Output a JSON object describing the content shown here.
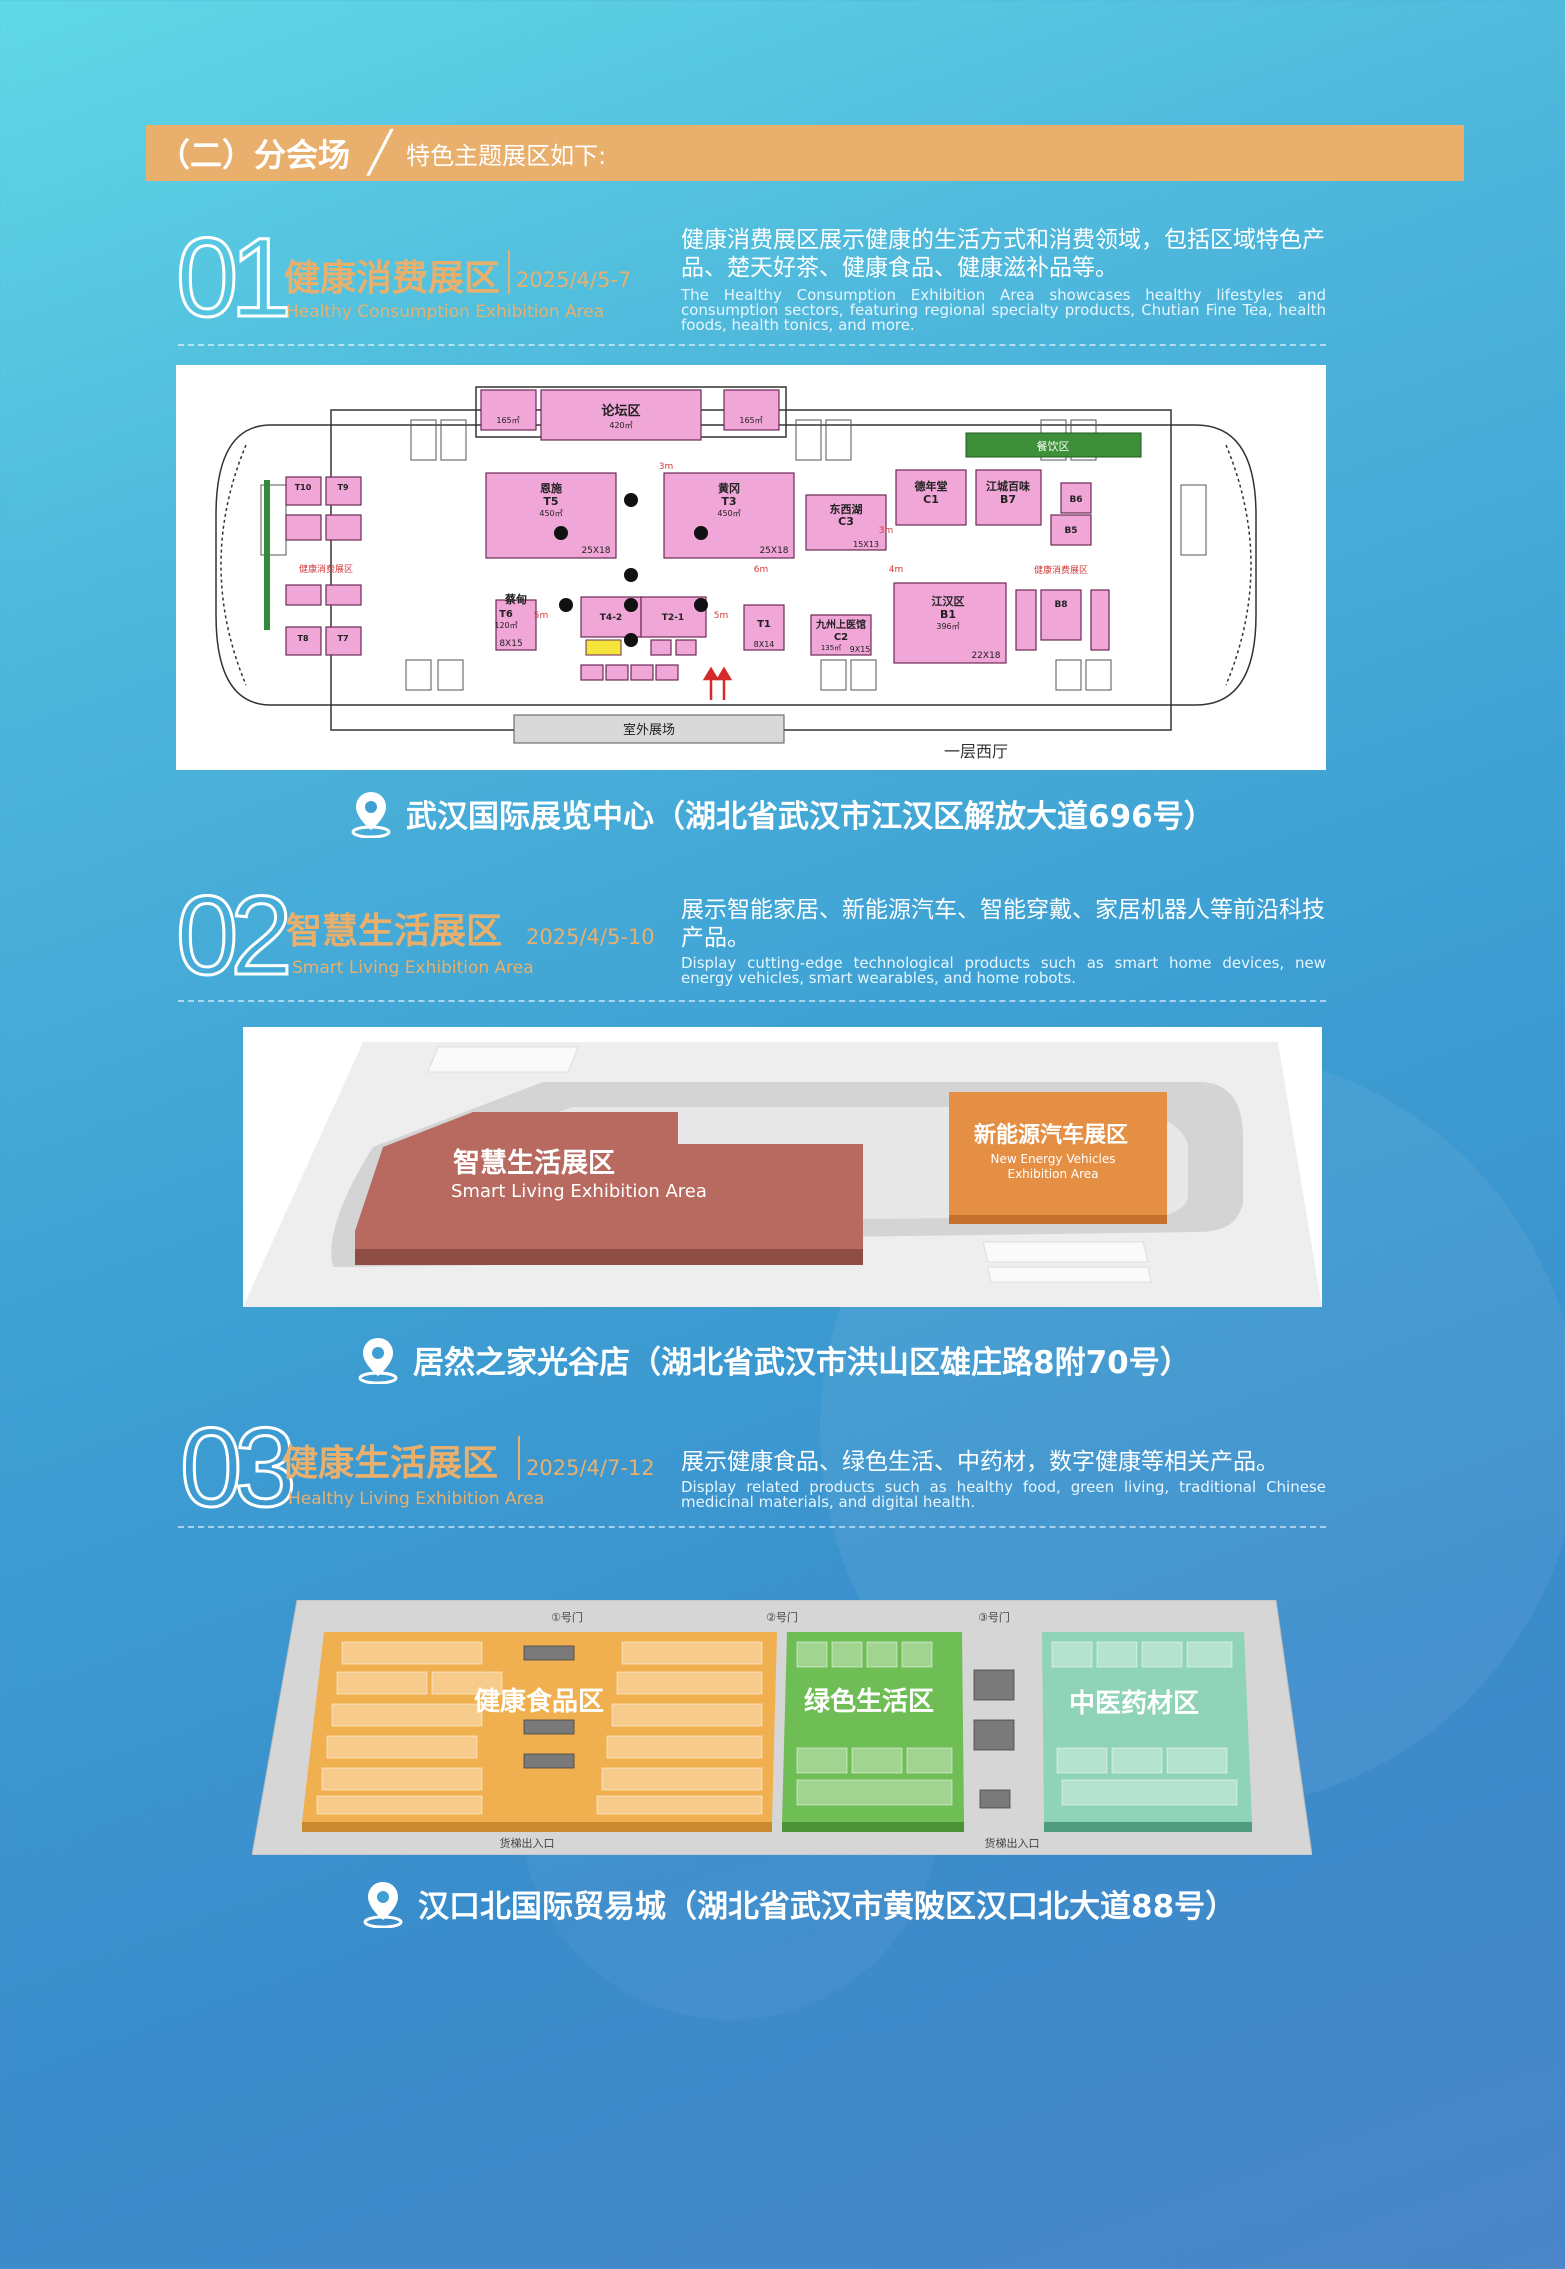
{
  "header": {
    "title": "（二）分会场",
    "subtitle": "特色主题展区如下:"
  },
  "colors": {
    "accent": "#e8b06c",
    "booth": "#f0a6d6",
    "smart_living": "#b86a60",
    "nev": "#e58f44",
    "food": "#f1b04f",
    "green": "#6fbe55",
    "tcm": "#8fd3b8"
  },
  "sections": [
    {
      "number": "01",
      "title": "健康消费展区",
      "date": "2025/4/5-7",
      "en_title": "Healthy Consumption Exhibition Area",
      "desc": "健康消费展区展示健康的生活方式和消费领域，包括区域特色产品、楚天好茶、健康食品、健康滋补品等。",
      "desc_en": "The Healthy Consumption Exhibition Area showcases healthy lifestyles and consumption sectors, featuring regional specialty products, Chutian Fine Tea, health foods, health tonics, and more.",
      "address": "武汉国际展览中心（湖北省武汉市江汉区解放大道696号）",
      "map": {
        "booths": {
          "forum": "论坛区",
          "forum_area": "420㎡",
          "t5": "恩施",
          "t5_code": "T5",
          "t5_area": "450㎡",
          "t5_dim": "25X18",
          "t3": "黄冈",
          "t3_code": "T3",
          "t3_area": "450㎡",
          "t3_dim": "25X18",
          "c3": "东西湖",
          "c3_code": "C3",
          "c3_dim": "15X13",
          "c1": "德年堂",
          "c1_code": "C1",
          "b7": "江城百味",
          "b7_code": "B7",
          "b6": "B6",
          "b5": "B5",
          "b8": "B8",
          "t6": "蔡甸",
          "t6_code": "T6",
          "t6_area": "120㎡",
          "t6_dim": "8X15",
          "t4": "T4-2",
          "t2": "T2-1",
          "t1": "T1",
          "t1_dim": "8X14",
          "c2": "九州上医馆",
          "c2_code": "C2",
          "c2_area": "135㎡",
          "c2_dim": "9X15",
          "b1": "江汉区",
          "b1_code": "B1",
          "b1_area": "396㎡",
          "b1_dim": "22X18",
          "t10": "T10",
          "t9": "T9",
          "t8": "T8",
          "t7": "T7",
          "left_small": "165㎡",
          "right_small": "165㎡",
          "cafe": "餐饮区",
          "zone_label": "健康消费展区",
          "outdoor": "室外展场",
          "hall": "一层西厅",
          "gap_3m": "3m",
          "gap_5m": "5m",
          "gap_6m": "6m",
          "gap_4m": "4m"
        }
      }
    },
    {
      "number": "02",
      "title": "智慧生活展区",
      "date": "2025/4/5-10",
      "en_title": "Smart Living Exhibition Area",
      "desc": "展示智能家居、新能源汽车、智能穿戴、家居机器人等前沿科技产品。",
      "desc_en": "Display cutting-edge technological products such as smart home devices, new energy vehicles, smart wearables, and home robots.",
      "address": "居然之家光谷店（湖北省武汉市洪山区雄庄路8附70号）",
      "map": {
        "smart_cn": "智慧生活展区",
        "smart_en": "Smart Living Exhibition Area",
        "nev_cn": "新能源汽车展区",
        "nev_en1": "New Energy Vehicles",
        "nev_en2": "Exhibition Area"
      }
    },
    {
      "number": "03",
      "title": "健康生活展区",
      "date": "2025/4/7-12",
      "en_title": "Healthy Living Exhibition Area",
      "desc": "展示健康食品、绿色生活、中药材，数字健康等相关产品。",
      "desc_en": "Display related products such as healthy food, green living, traditional Chinese medicinal materials, and digital health.",
      "address": "汉口北国际贸易城（湖北省武汉市黄陂区汉口北大道88号）",
      "map": {
        "food": "健康食品区",
        "green": "绿色生活区",
        "tcm": "中医药材区",
        "gate1": "①号门",
        "gate2": "②号门",
        "gate3": "③号门",
        "exit": "货梯出入口"
      }
    }
  ]
}
